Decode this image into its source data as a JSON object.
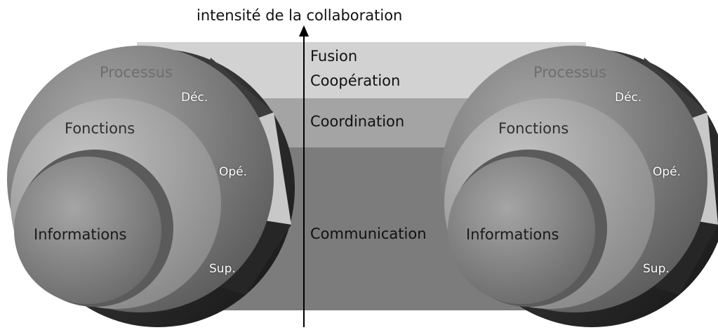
{
  "axis": {
    "title": "intensité de la collaboration"
  },
  "levels": [
    {
      "key": "fusion",
      "label": "Fusion"
    },
    {
      "key": "cooperation",
      "label": "Coopération"
    },
    {
      "key": "coordination",
      "label": "Coordination"
    },
    {
      "key": "communication",
      "label": "Communication"
    }
  ],
  "left_sphere": {
    "rings": {
      "outer": "Processus",
      "middle": "Fonctions",
      "inner": "Informations"
    },
    "segments": {
      "top": "Déc.",
      "middle": "Opé.",
      "bottom": "Sup."
    }
  },
  "right_sphere": {
    "rings": {
      "outer": "Processus",
      "middle": "Fonctions",
      "inner": "Informations"
    },
    "segments": {
      "top": "Déc.",
      "middle": "Opé.",
      "bottom": "Sup."
    }
  },
  "colors": {
    "band_fusion_cooperation": "#d2d2d2",
    "band_coordination": "#a4a4a4",
    "band_communication": "#7c7c7c",
    "axis_arrow": "#000000"
  }
}
